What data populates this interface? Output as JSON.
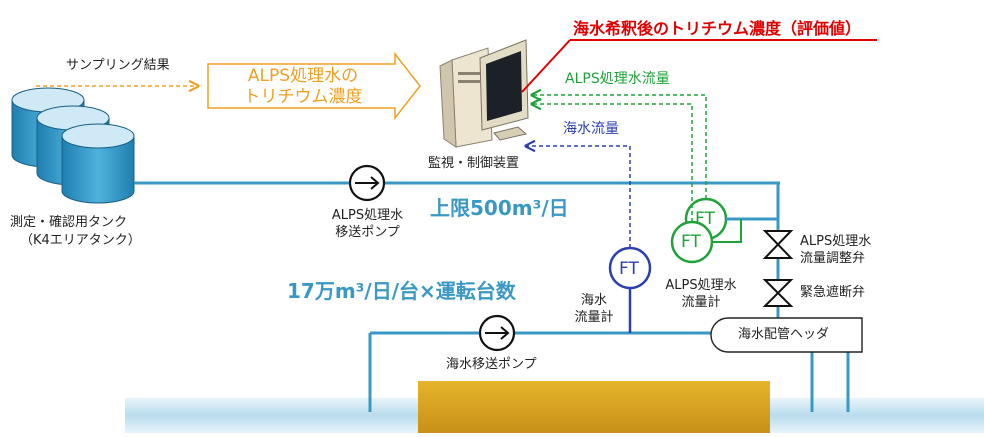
{
  "labels": {
    "evaluated_title": "海水希釈後のトリチウム濃度（評価値）",
    "sampling_result": "サンプリング結果",
    "alps_tritium_line1": "ALPS処理水の",
    "alps_tritium_line2": "トリチウム濃度",
    "alps_flow": "ALPS処理水流量",
    "seawater_flow": "海水流量",
    "monitor_control": "監視・制御装置",
    "tank_line1": "測定・確認用タンク",
    "tank_line2": "（K4エリアタンク）",
    "alps_pump_line1": "ALPS処理水",
    "alps_pump_line2": "移送ポンプ",
    "upper_limit": "上限500m³/日",
    "seawater_capacity": "17万m³/日/台×運転台数",
    "ft": "FT",
    "seawater_meter_line1": "海水",
    "seawater_meter_line2": "流量計",
    "alps_meter_line1": "ALPS処理水",
    "alps_meter_line2": "流量計",
    "regulating_valve_line1": "ALPS処理水",
    "regulating_valve_line2": "流量調整弁",
    "emergency_valve": "緊急遮断弁",
    "header": "海水配管ヘッダ",
    "seawater_pump": "海水移送ポンプ"
  },
  "colors": {
    "pipe": "#3a98c4",
    "navy": "#2b3fb0",
    "green": "#1fa23a",
    "red": "#e00000",
    "orange": "#f0a020",
    "tank_fill": "#3ea0cf",
    "sea": "#b9dced",
    "caisson": "#d8a524"
  }
}
